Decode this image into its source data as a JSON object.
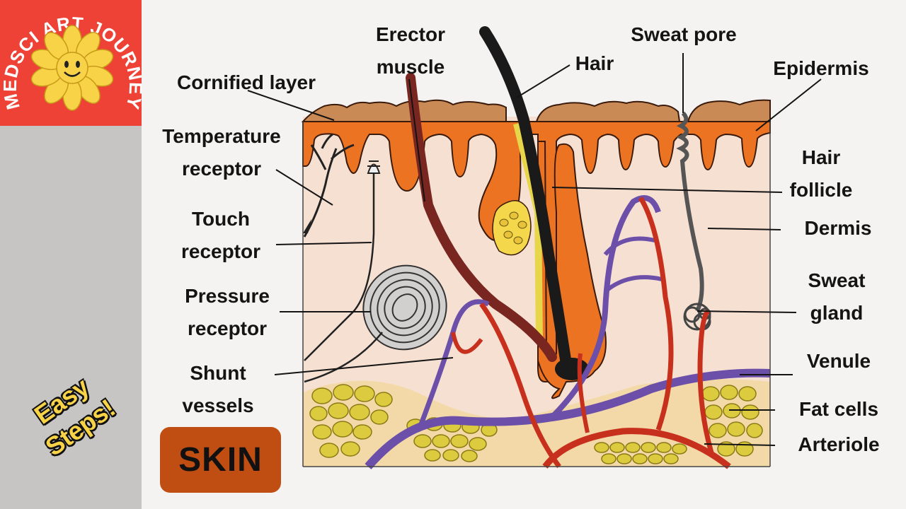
{
  "brand": {
    "logo_text": "MEDSCI ART JOURNEY",
    "logo_bg": "#ee4236",
    "flower_color": "#f8d247"
  },
  "badge": {
    "easy_line1": "Easy",
    "easy_line2": "Steps!"
  },
  "title_badge": {
    "text": "SKIN",
    "color": "#c04e12"
  },
  "labels": {
    "erector_muscle": [
      "Erector",
      "muscle"
    ],
    "sweat_pore": "Sweat pore",
    "hair": "Hair",
    "epidermis": "Epidermis",
    "cornified_layer": "Cornified layer",
    "temperature_receptor": [
      "Temperature",
      "receptor"
    ],
    "hair_follicle": [
      "Hair",
      "follicle"
    ],
    "touch_receptor": [
      "Touch",
      "receptor"
    ],
    "dermis": "Dermis",
    "pressure_receptor": [
      "Pressure",
      "receptor"
    ],
    "sweat_gland": [
      "Sweat",
      "gland"
    ],
    "shunt_vessels": [
      "Shunt",
      "vessels"
    ],
    "venule": "Venule",
    "fat_cells": "Fat cells",
    "arteriole": "Arteriole"
  },
  "colors": {
    "epidermis_orange": "#ec7322",
    "cornified_brown": "#c98a55",
    "dermis_pink": "#f6e0d2",
    "fat_yellow": "#d8c53c",
    "vein_purple": "#6b4fa8",
    "artery_red": "#c8301e",
    "muscle_maroon": "#7a2620",
    "hair_black": "#1a1a1a"
  }
}
